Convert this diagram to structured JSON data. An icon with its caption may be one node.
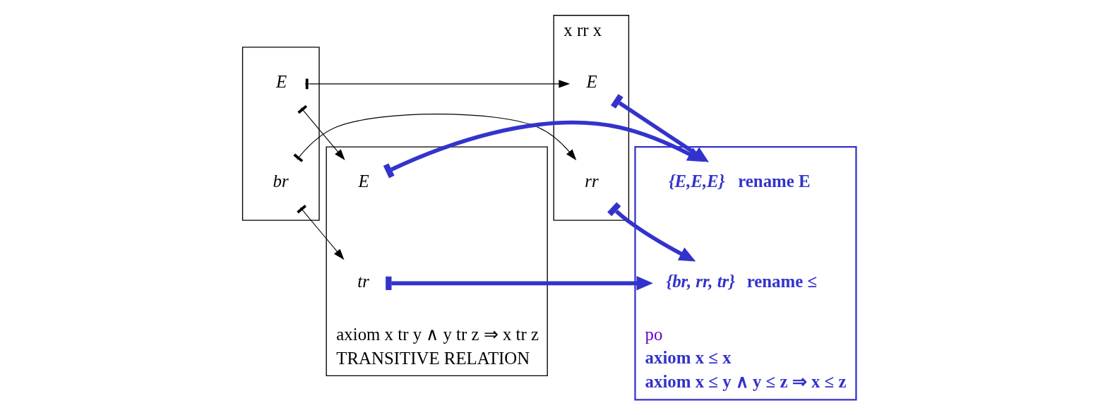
{
  "diagram": {
    "nodes": [
      {
        "text": [],
        "shape": "box"
      },
      {
        "text": [
          "E"
        ],
        "in": 0
      },
      {
        "text": [
          "br"
        ],
        "in": 0
      },
      {
        "text": [
          "x rr x"
        ]
      },
      {
        "text": [
          "E"
        ],
        "in": 3
      },
      {
        "text": [
          "rr"
        ],
        "in": 3
      },
      {
        "text": [
          "axiom x tr y ∧ y tr z ⇒ x tr z",
          "TRANSITIVE RELATION"
        ]
      },
      {
        "text": [
          "E"
        ],
        "in": 6
      },
      {
        "text": [
          "tr"
        ],
        "in": 6
      },
      {
        "text": [
          "po",
          "axiom x ≤ x",
          "axiom x ≤ y ∧ y ≤ z ⇒ x ≤ z"
        ]
      },
      {
        "text": [
          "{E,E,E}"
        ],
        "in": 9,
        "beside": [
          "rename E"
        ]
      },
      {
        "text": [
          "{br, rr, tr}"
        ],
        "in": 9,
        "beside": [
          "rename ≤"
        ]
      }
    ],
    "edges": [
      {
        "from": 1,
        "to": 4,
        "arrow": "to"
      },
      {
        "from": 2,
        "to": 5,
        "arrow": "to"
      },
      {
        "from": 1,
        "to": 7,
        "arrow": "to"
      },
      {
        "from": 2,
        "to": 8,
        "arrow": "to"
      },
      {
        "from": 4,
        "to": 10,
        "arrow": "to",
        "style": "thick",
        "color": "#3333cc"
      },
      {
        "from": 5,
        "to": 11,
        "arrow": "to",
        "style": "thick",
        "color": "#3333cc"
      },
      {
        "from": 7,
        "to": 10,
        "arrow": "to",
        "style": "thick",
        "color": "#3333cc"
      },
      {
        "from": 8,
        "to": 11,
        "arrow": "to",
        "style": "thick",
        "color": "#3333cc"
      }
    ]
  }
}
